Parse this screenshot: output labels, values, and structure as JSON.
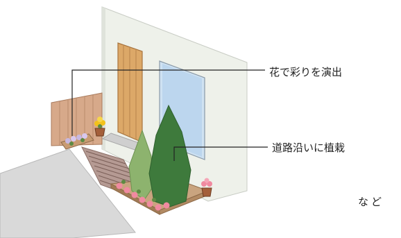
{
  "annotations": {
    "flowers": "花で彩りを演出",
    "trees": "道路沿いに植栽",
    "etc": "など"
  },
  "colors": {
    "wall": "#eef1ea",
    "door": "#dca868",
    "window": "#cfe2f2",
    "fence": "#d7a98a",
    "path": "#d9d9d9",
    "tree_dark": "#3e7a3c",
    "tree_light": "#8db36e",
    "flower_pink": "#f08aa0",
    "flower_yellow": "#f2c21b"
  }
}
